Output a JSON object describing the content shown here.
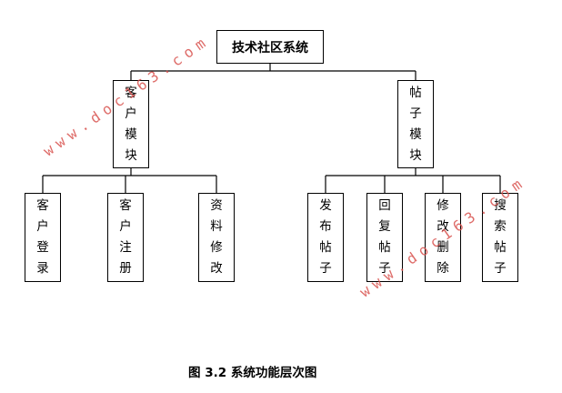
{
  "root": {
    "label": "技术社区系统"
  },
  "modules": [
    {
      "label": "客户模块",
      "children": [
        "客户登录",
        "客户注册",
        "资料修改"
      ]
    },
    {
      "label": "帖子模块",
      "children": [
        "发布帖子",
        "回复帖子",
        "修改删除",
        "搜索帖子"
      ]
    }
  ],
  "caption": "图 3.2 系统功能层次图",
  "watermark": "www.doc163.com",
  "colors": {
    "line": "#000000",
    "watermark": "#d9534f"
  }
}
